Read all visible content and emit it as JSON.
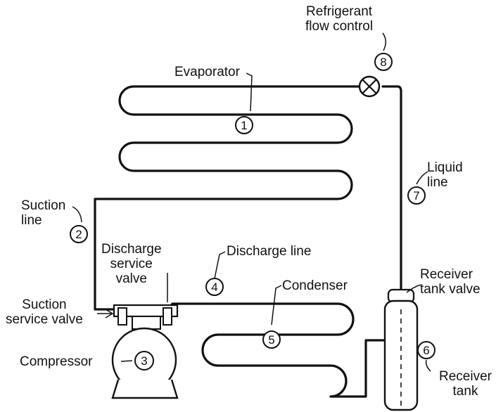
{
  "labels": {
    "refrigerant_flow_control": [
      "Refrigerant",
      "flow control"
    ],
    "evaporator": "Evaporator",
    "liquid_line": [
      "Liquid",
      "line"
    ],
    "suction_line": [
      "Suction",
      "line"
    ],
    "discharge_service_valve": [
      "Discharge",
      "service",
      "valve"
    ],
    "discharge_line": "Discharge line",
    "receiver_tank_valve": [
      "Receiver",
      "tank valve"
    ],
    "condenser": "Condenser",
    "suction_service_valve": [
      "Suction",
      "service valve"
    ],
    "compressor": "Compressor",
    "receiver_tank": [
      "Receiver",
      "tank"
    ]
  },
  "numbers": [
    "1",
    "2",
    "3",
    "4",
    "5",
    "6",
    "7",
    "8"
  ]
}
